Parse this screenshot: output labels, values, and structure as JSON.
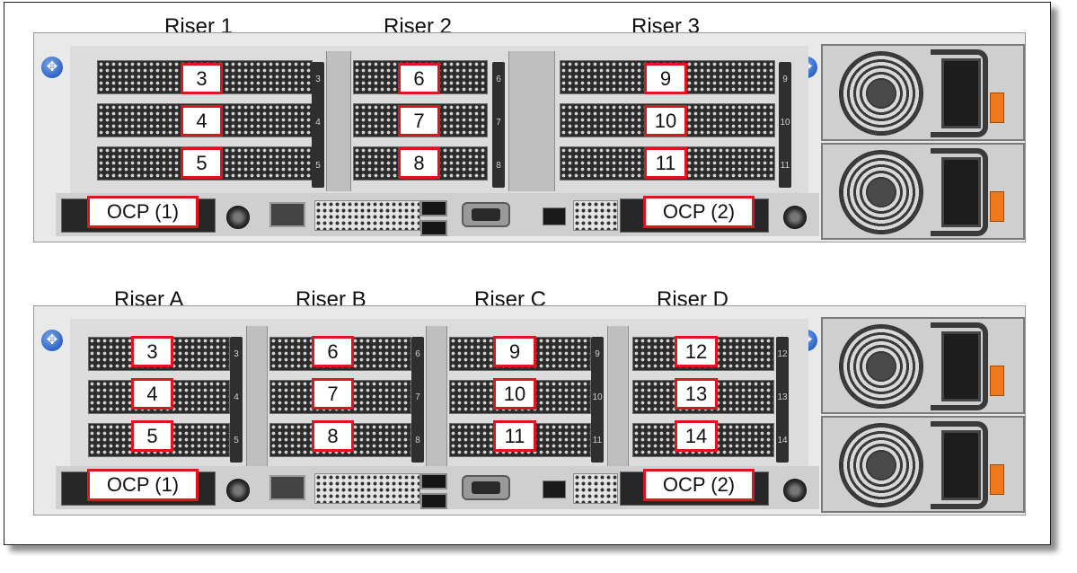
{
  "top_server": {
    "risers": [
      {
        "name": "Riser 1",
        "slots": [
          "3",
          "4",
          "5"
        ]
      },
      {
        "name": "Riser 2",
        "slots": [
          "6",
          "7",
          "8"
        ]
      },
      {
        "name": "Riser 3",
        "slots": [
          "9",
          "10",
          "11"
        ]
      }
    ],
    "ocp": [
      "OCP (1)",
      "OCP (2)"
    ]
  },
  "bottom_server": {
    "risers": [
      {
        "name": "Riser A",
        "slots": [
          "3",
          "4",
          "5"
        ]
      },
      {
        "name": "Riser B",
        "slots": [
          "6",
          "7",
          "8"
        ]
      },
      {
        "name": "Riser C",
        "slots": [
          "9",
          "10",
          "11"
        ]
      },
      {
        "name": "Riser D",
        "slots": [
          "12",
          "13",
          "14"
        ]
      }
    ],
    "ocp": [
      "OCP (1)",
      "OCP (2)"
    ]
  },
  "colors": {
    "callout_border": "#e0141b",
    "latch": "#2e64c4",
    "psu_release_tab": "#f07a1a"
  }
}
